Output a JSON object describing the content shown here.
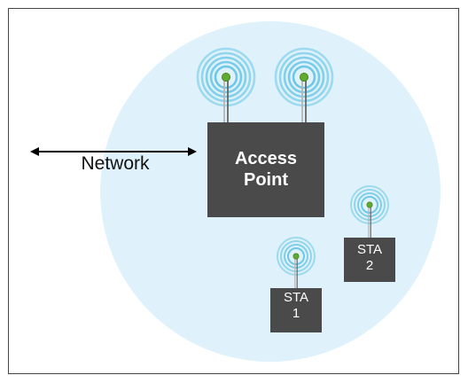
{
  "network": {
    "label": "Network"
  },
  "access_point": {
    "line1": "Access",
    "line2": "Point"
  },
  "stations": [
    {
      "line1": "STA",
      "line2": "2"
    },
    {
      "line1": "STA",
      "line2": "1"
    }
  ],
  "colors": {
    "coverage_fill": "#dff2fb",
    "box_fill": "#4a4a4a",
    "frame": "#444444",
    "antenna_tip": "#5faa2f",
    "wave_ring": "#66c4e6"
  },
  "icons": [
    "antenna-icon",
    "double-arrow-icon"
  ]
}
